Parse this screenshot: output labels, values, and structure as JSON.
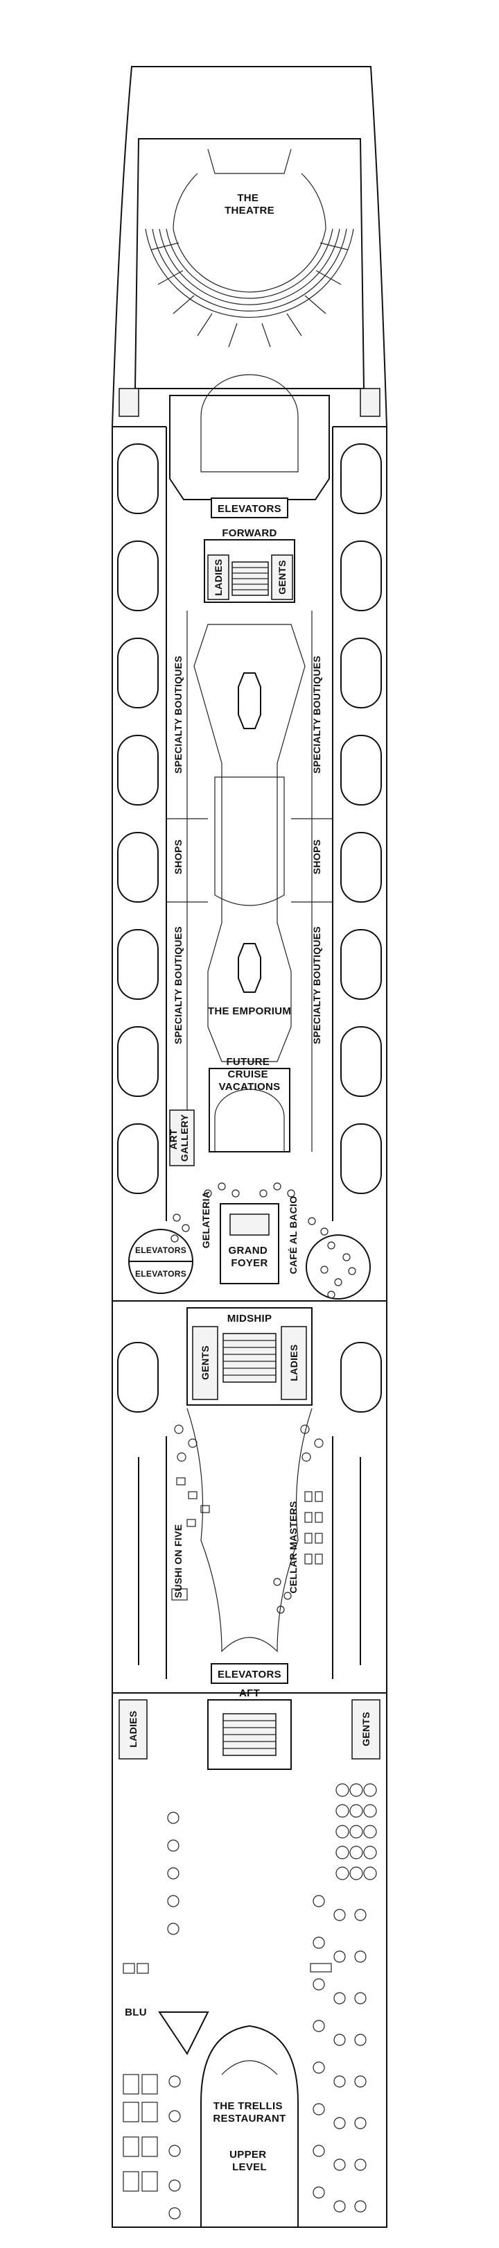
{
  "deck_labels": {
    "theatre": "THE\nTHEATRE",
    "elevators_forward": "ELEVATORS",
    "forward": "FORWARD",
    "ladies_forward": "LADIES",
    "gents_forward": "GENTS",
    "specialty_boutiques_1": "SPECIALTY BOUTIQUES",
    "specialty_boutiques_2": "SPECIALTY BOUTIQUES",
    "shops_left": "SHOPS",
    "shops_right": "SHOPS",
    "specialty_boutiques_3": "SPECIALTY BOUTIQUES",
    "specialty_boutiques_4": "SPECIALTY BOUTIQUES",
    "the_emporium": "THE EMPORIUM",
    "future_cruise_vacations": "FUTURE\nCRUISE\nVACATIONS",
    "art_gallery": "ART\nGALLERY",
    "gelateria": "GELATERIA",
    "cafe_al_bacio": "CAFÉ AL BACIO",
    "elevators_top": "ELEVATORS",
    "elevators_bottom": "ELEVATORS",
    "grand_foyer": "GRAND\nFOYER",
    "midship": "MIDSHIP",
    "gents_mid": "GENTS",
    "ladies_mid": "LADIES",
    "sushi_on_five": "SUSHI ON FIVE",
    "cellar_masters": "CELLAR MASTERS",
    "elevators_aft": "ELEVATORS",
    "aft": "AFT",
    "ladies_aft": "LADIES",
    "gents_aft": "GENTS",
    "blu": "BLU",
    "the_trellis_restaurant": "THE TRELLIS\nRESTAURANT",
    "upper_level": "UPPER\nLEVEL"
  }
}
